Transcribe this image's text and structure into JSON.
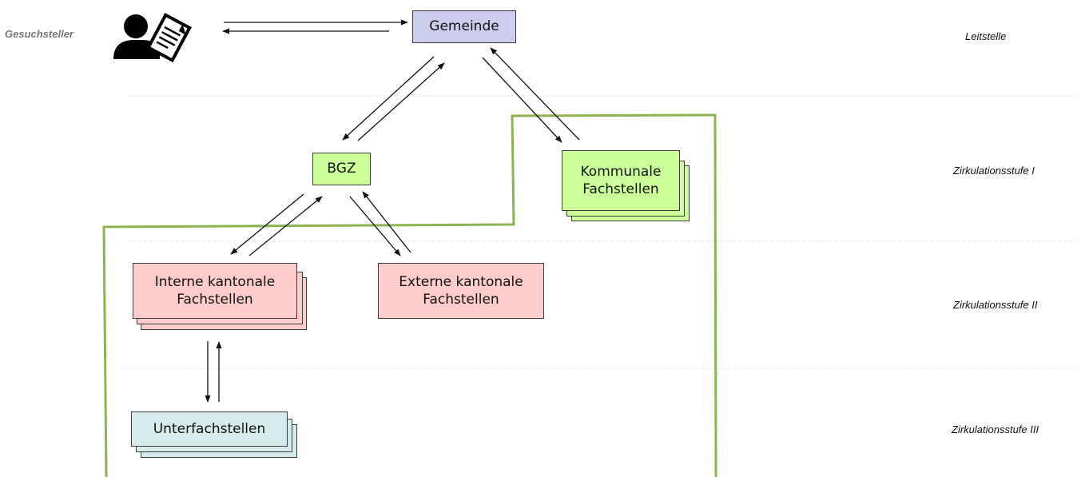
{
  "actor": {
    "label": "Gesuchsteller",
    "icon": "applicant-with-document-icon"
  },
  "levels": [
    {
      "id": "leitstelle",
      "label": "Leitstelle"
    },
    {
      "id": "stufe1",
      "label": "Zirkulationsstufe I"
    },
    {
      "id": "stufe2",
      "label": "Zirkulationsstufe II"
    },
    {
      "id": "stufe3",
      "label": "Zirkulationsstufe III"
    }
  ],
  "nodes": {
    "gemeinde": {
      "label": "Gemeinde",
      "color": "#ccccee"
    },
    "bgz": {
      "label": "BGZ",
      "color": "#ccff99"
    },
    "kommunale": {
      "label": "Kommunale\nFachstellen",
      "color": "#ccff99"
    },
    "interne": {
      "label": "Interne kantonale\nFachstellen",
      "color": "#ffcccc"
    },
    "externe": {
      "label": "Externe kantonale\nFachstellen",
      "color": "#ffcccc"
    },
    "unterfach": {
      "label": "Unterfachstellen",
      "color": "#d6ecec"
    }
  },
  "colors": {
    "region_outline": "#8db350",
    "separator": "#e3e3e3",
    "arrow": "#111111"
  }
}
